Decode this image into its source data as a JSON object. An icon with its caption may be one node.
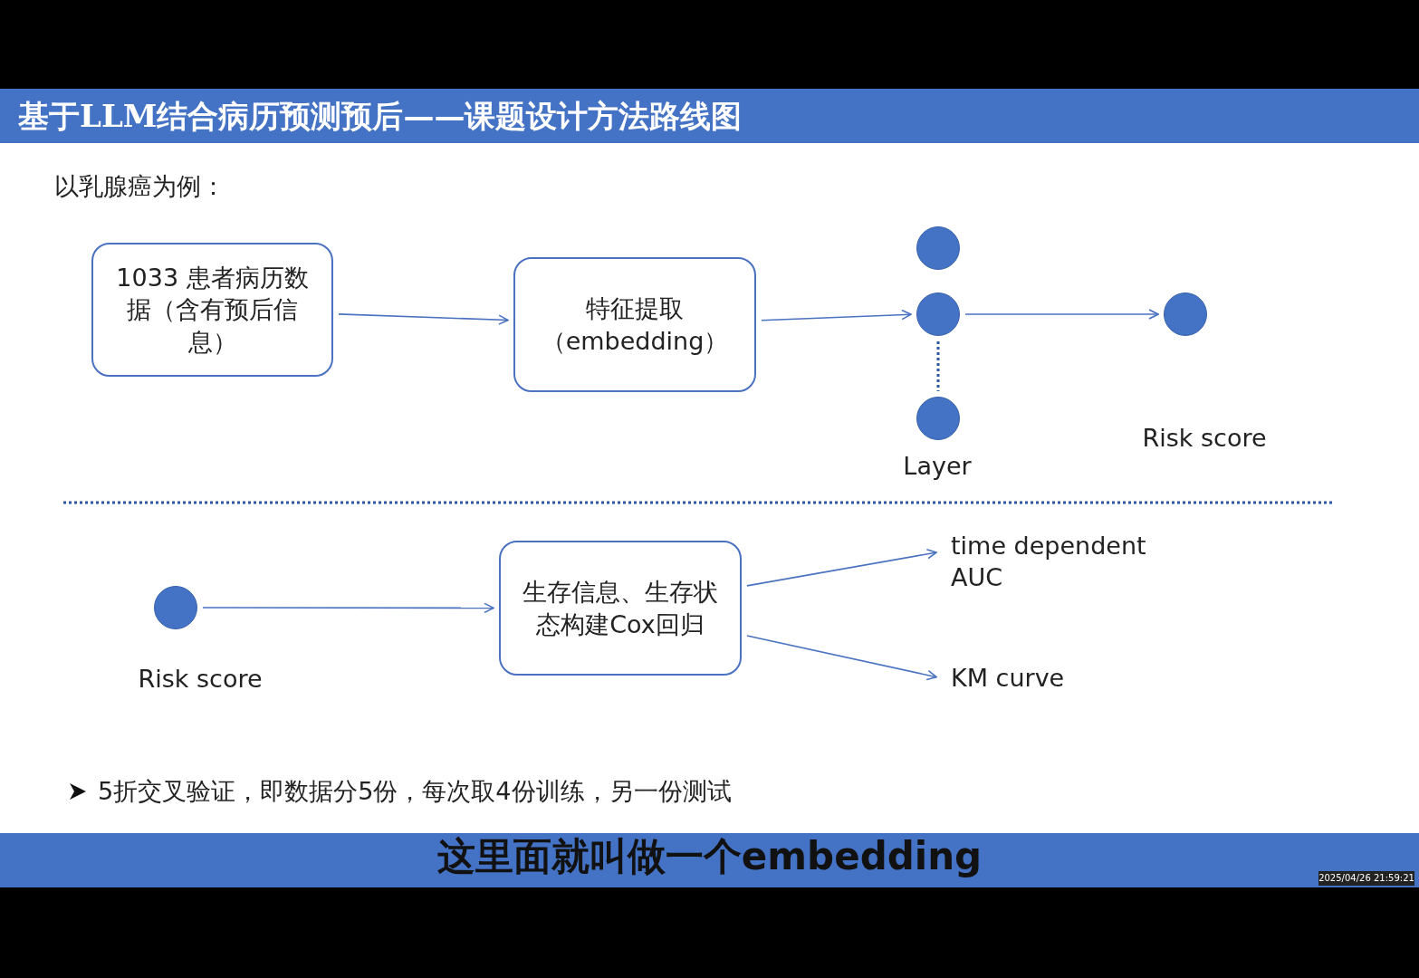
{
  "diagram": {
    "title": "基于LLM结合病历预测预后——课题设计方法路线图",
    "nodes": [
      {
        "text": [
          "1033 患者病历数据（含有预后信息）"
        ]
      },
      {
        "text": [
          "特征提取（embedding）"
        ]
      },
      {
        "text": [],
        "shape": "circle"
      },
      {
        "text": [],
        "shape": "circle"
      },
      {
        "text": [],
        "shape": "circle",
        "beside": [
          "Layer"
        ]
      },
      {
        "text": [],
        "shape": "circle",
        "beside": [
          "Risk score"
        ]
      },
      {
        "text": [],
        "shape": "circle",
        "beside": [
          "Risk score"
        ]
      },
      {
        "text": [
          "生存信息、生存状态构建Cox回归"
        ]
      },
      {
        "text": [
          "time dependent AUC"
        ]
      },
      {
        "text": [
          "KM curve"
        ]
      }
    ],
    "edges": [
      {
        "from": 0,
        "to": 1,
        "arrow": "to"
      },
      {
        "from": 1,
        "to": 3,
        "arrow": "to"
      },
      {
        "from": 3,
        "to": 4,
        "arrow": "none",
        "style": "dashed"
      },
      {
        "from": 3,
        "to": 5,
        "arrow": "to"
      },
      {
        "from": 6,
        "to": 7,
        "arrow": "to"
      },
      {
        "from": 7,
        "to": 8,
        "arrow": "to"
      },
      {
        "from": 7,
        "to": 9,
        "arrow": "to"
      }
    ],
    "labels": [
      "以乳腺癌为例：",
      "5折交叉验证，即数据分5份，每次取4份训练，另一份测试",
      "这里面就叫做一个embedding",
      "2025/04/26 21:59:21"
    ]
  }
}
